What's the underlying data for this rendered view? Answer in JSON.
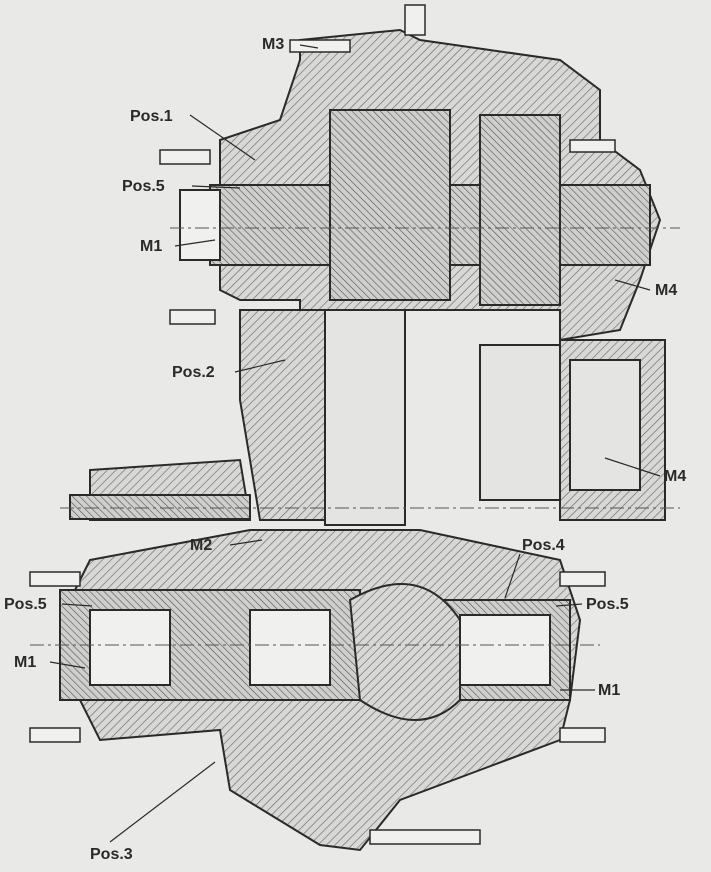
{
  "labels": {
    "m3": "M3",
    "pos1": "Pos.1",
    "pos5_top": "Pos.5",
    "m1_top": "M1",
    "m4_top": "M4",
    "pos2": "Pos.2",
    "m4_mid": "M4",
    "m2": "M2",
    "pos4": "Pos.4",
    "pos5_left": "Pos.5",
    "pos5_right": "Pos.5",
    "m1_left": "M1",
    "m1_right": "M1",
    "pos3": "Pos.3"
  },
  "colors": {
    "background": "#e9e9e7",
    "line": "#2a2a2a",
    "hatch": "#8a8a8a"
  }
}
